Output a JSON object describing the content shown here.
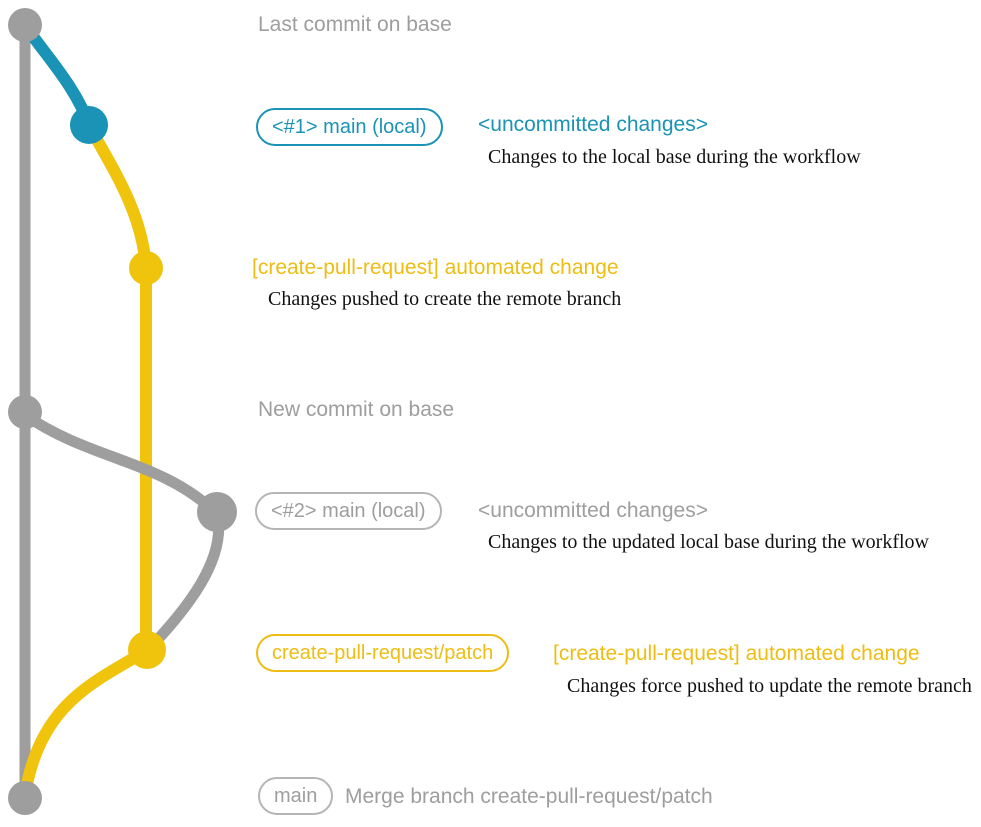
{
  "colors": {
    "gray": "#9e9e9e",
    "grayBorder": "#b5b5b5",
    "blue": "#1a93b6",
    "yellow": "#f0c30d",
    "yellowText": "#eebd13",
    "ink": "#111111"
  },
  "rows": {
    "base1": {
      "note": "Last commit on base"
    },
    "local1": {
      "branch_label": "<#1> main (local)",
      "message": "<uncommitted changes>",
      "description": "Changes to the local base during the workflow"
    },
    "patch1": {
      "message": "[create-pull-request] automated change",
      "description": "Changes pushed to create the remote branch"
    },
    "base2": {
      "note": "New commit on base"
    },
    "local2": {
      "branch_label": "<#2> main (local)",
      "message": "<uncommitted changes>",
      "description": "Changes to the updated local base during the workflow"
    },
    "patch2": {
      "branch_label": "create-pull-request/patch",
      "message": "[create-pull-request] automated change",
      "description": "Changes force pushed to update the remote branch"
    },
    "merge": {
      "branch_label": "main",
      "message": "Merge branch create-pull-request/patch"
    }
  }
}
